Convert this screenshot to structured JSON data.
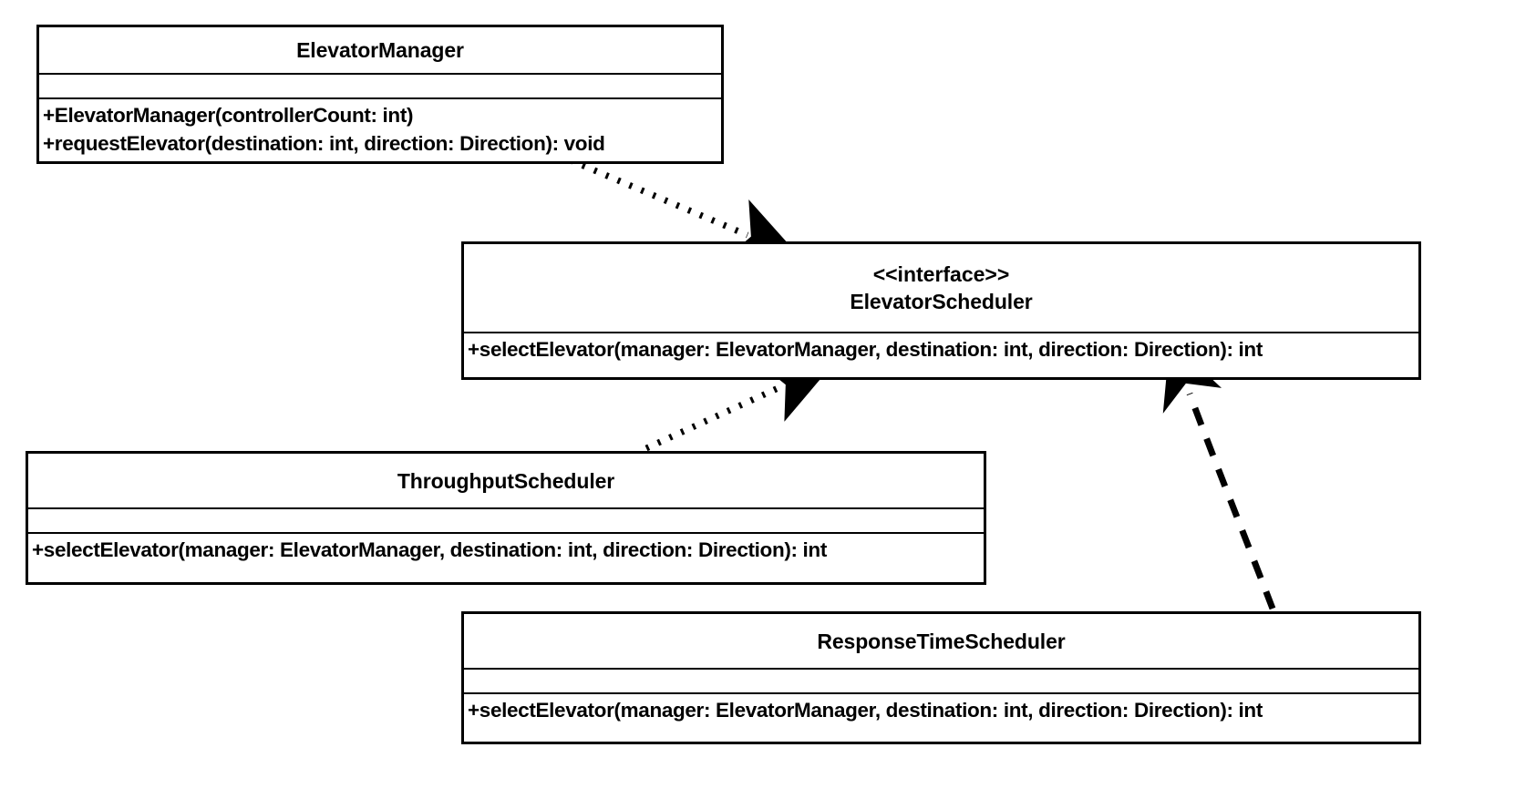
{
  "diagram": {
    "type": "uml-class-diagram",
    "background_color": "#ffffff",
    "line_color": "#000000",
    "classes": [
      {
        "id": "elevator-manager",
        "name": "ElevatorManager",
        "stereotype": "",
        "attributes": [],
        "operations": [
          "+ElevatorManager(controllerCount: int)",
          "+requestElevator(destination: int, direction: Direction): void"
        ]
      },
      {
        "id": "elevator-scheduler",
        "name": "ElevatorScheduler",
        "stereotype": "<<interface>>",
        "attributes": [],
        "operations": [
          "+selectElevator(manager: ElevatorManager, destination: int, direction: Direction): int"
        ]
      },
      {
        "id": "throughput-scheduler",
        "name": "ThroughputScheduler",
        "stereotype": "",
        "attributes": [],
        "operations": [
          "+selectElevator(manager: ElevatorManager, destination: int, direction: Direction): int"
        ]
      },
      {
        "id": "response-time-scheduler",
        "name": "ResponseTimeScheduler",
        "stereotype": "",
        "attributes": [],
        "operations": [
          "+selectElevator(manager: ElevatorManager, destination: int, direction: Direction): int"
        ]
      }
    ],
    "relationships": [
      {
        "id": "dep-manager-to-scheduler",
        "from": "ElevatorManager",
        "to": "ElevatorScheduler",
        "kind": "dependency",
        "line_style": "dotted",
        "arrowhead": "filled-solid"
      },
      {
        "id": "real-throughput-to-scheduler",
        "from": "ThroughputScheduler",
        "to": "ElevatorScheduler",
        "kind": "realization",
        "line_style": "dotted",
        "arrowhead": "filled-solid"
      },
      {
        "id": "real-responsetime-to-scheduler",
        "from": "ResponseTimeScheduler",
        "to": "ElevatorScheduler",
        "kind": "realization",
        "line_style": "dashed",
        "arrowhead": "filled-solid"
      }
    ]
  }
}
